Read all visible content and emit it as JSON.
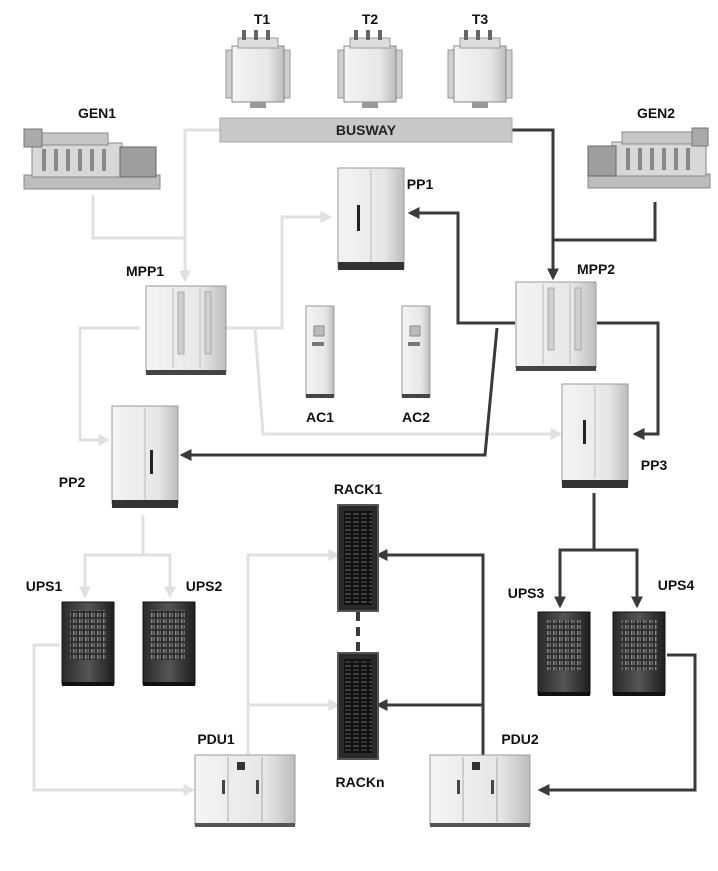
{
  "labels": {
    "t1": "T1",
    "t2": "T2",
    "t3": "T3",
    "busway": "BUSWAY",
    "gen1": "GEN1",
    "gen2": "GEN2",
    "pp1": "PP1",
    "mpp1": "MPP1",
    "mpp2": "MPP2",
    "ac1": "AC1",
    "ac2": "AC2",
    "pp2": "PP2",
    "pp3": "PP3",
    "rack1": "RACK1",
    "rackn": "RACKn",
    "ups1": "UPS1",
    "ups2": "UPS2",
    "ups3": "UPS3",
    "ups4": "UPS4",
    "pdu1": "PDU1",
    "pdu2": "PDU2"
  },
  "colors": {
    "light_wire": "#e0e0e0",
    "dark_wire": "#3a3a3a",
    "busway_fill": "#c8c8c8"
  }
}
